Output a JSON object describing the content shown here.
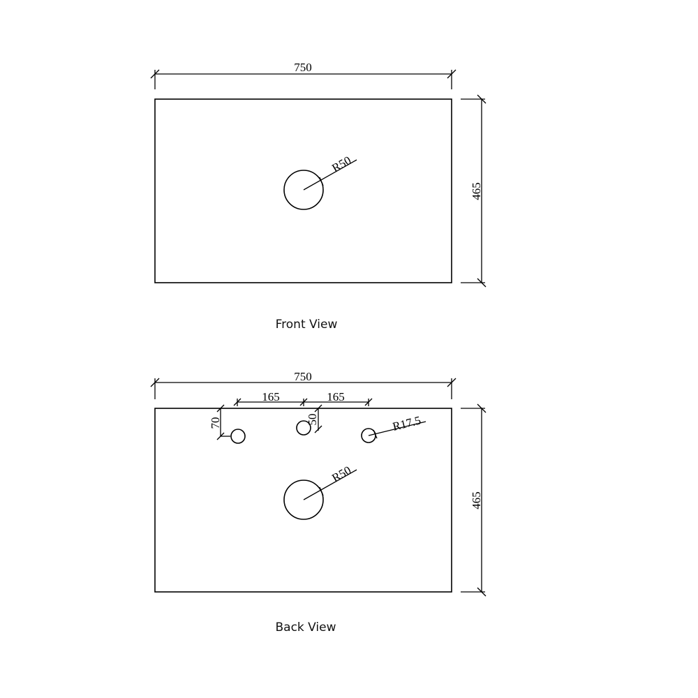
{
  "front_view": {
    "caption": "Front View",
    "width_label": "750",
    "height_label": "465",
    "basin_radius_label": "R50"
  },
  "back_view": {
    "caption": "Back View",
    "width_label": "750",
    "height_label": "465",
    "spacing_left_label": "165",
    "spacing_right_label": "165",
    "offset_left_label": "70",
    "offset_center_label": "50",
    "tap_radius_label": "R17.5",
    "basin_radius_label": "R50"
  }
}
